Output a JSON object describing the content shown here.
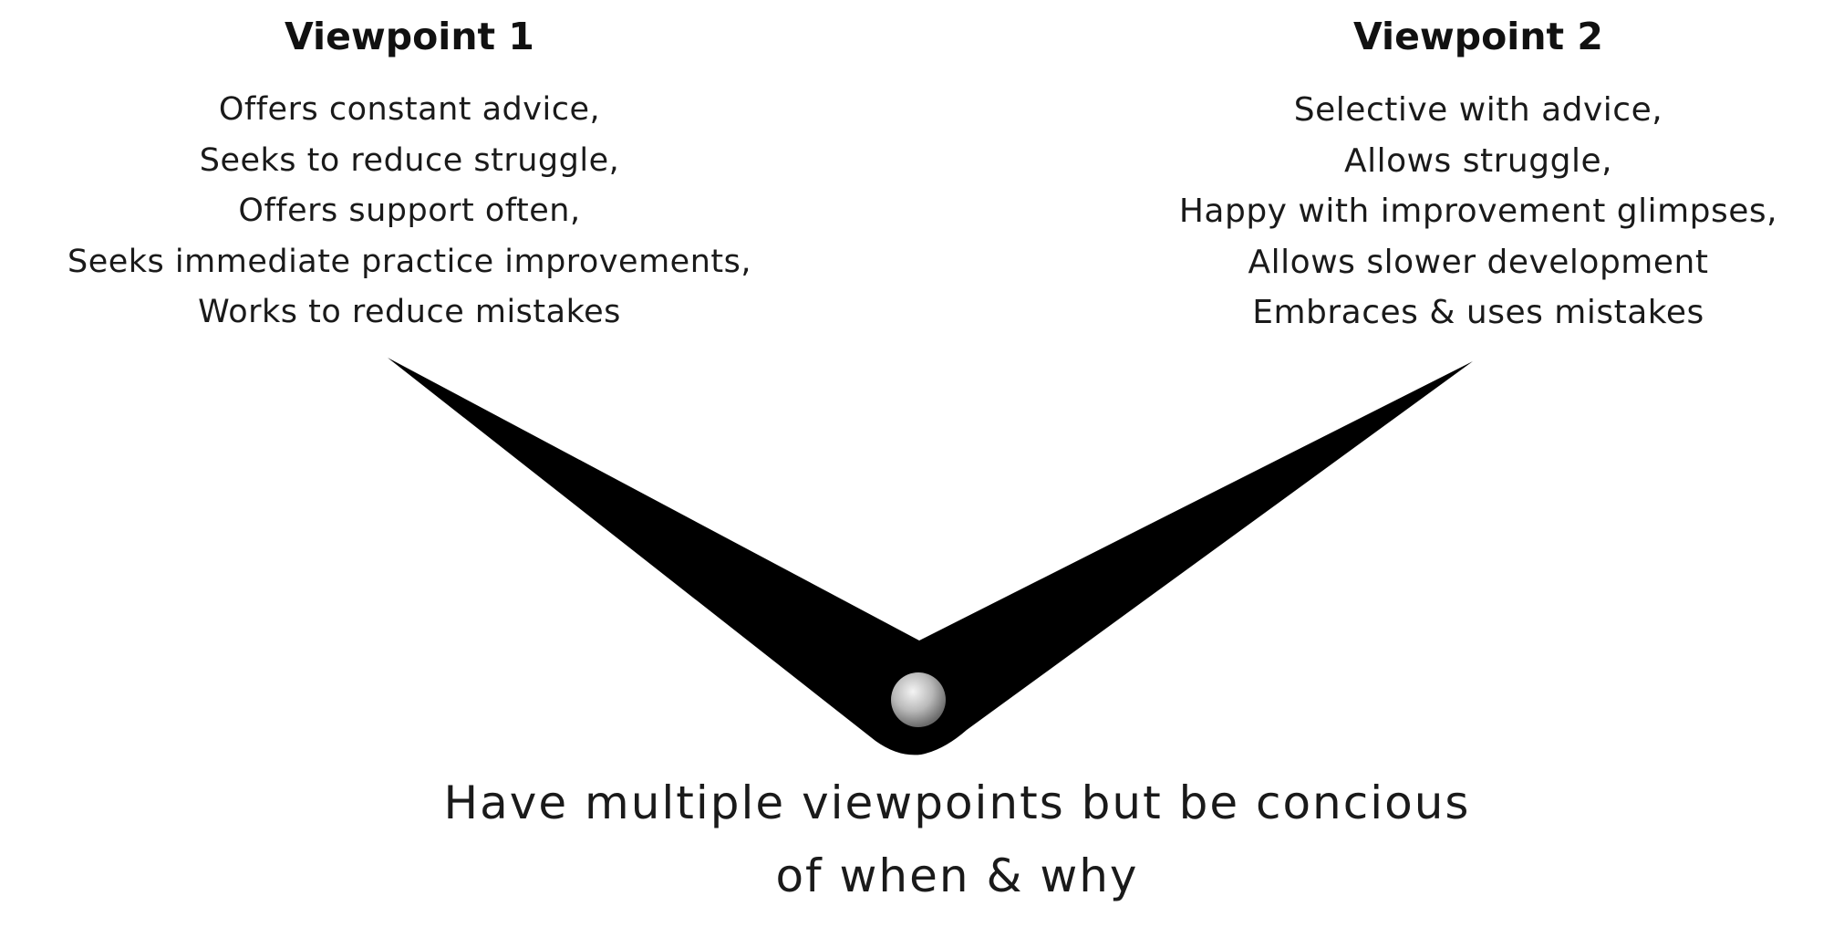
{
  "viewpoint_1": {
    "heading": "Viewpoint 1",
    "traits": [
      "Offers constant advice,",
      "Seeks to reduce struggle,",
      "Offers support often,",
      "Seeks immediate practice improvements,",
      "Works to reduce mistakes"
    ]
  },
  "viewpoint_2": {
    "heading": "Viewpoint 2",
    "traits": [
      "Selective with advice,",
      "Allows struggle,",
      "Happy with improvement glimpses,",
      "Allows slower development",
      "Embraces & uses mistakes"
    ]
  },
  "caption": {
    "line_1": "Have multiple viewpoints but be concious",
    "line_2": "of when & why"
  },
  "colors": {
    "shape_fill": "#000000",
    "ball_highlight": "#f4f4f4",
    "ball_shadow": "#6a6a6a",
    "text": "#1a1a1a"
  }
}
